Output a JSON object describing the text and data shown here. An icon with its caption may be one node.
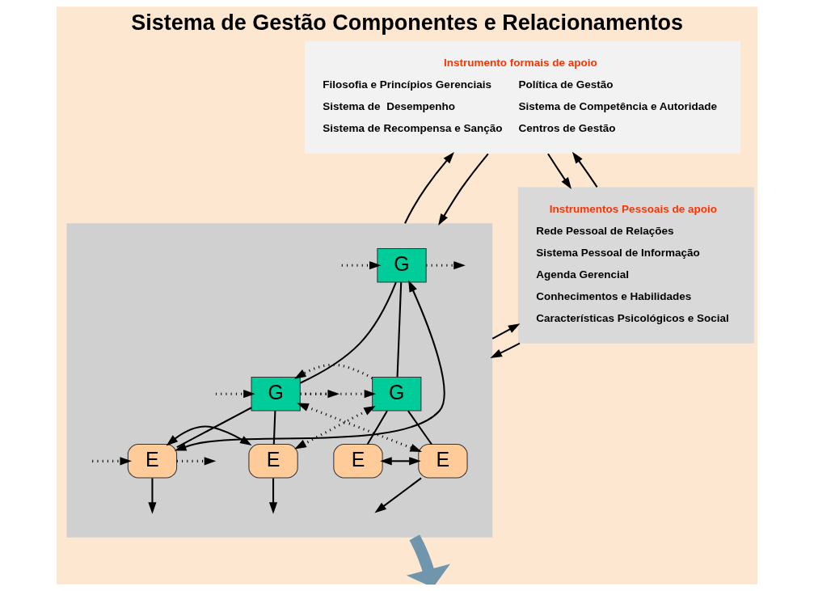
{
  "diagram": {
    "title": "Sistema de Gestão Componentes e Relacionamentos",
    "nodes": [
      {
        "text": [
          "Instrumento formais de apoio",
          "Filosofia e Princípios Gerenciais",
          "Política de Gestão",
          "Sistema de  Desempenho",
          "Sistema de Competência e Autoridade",
          "Sistema de Recompensa e Sanção",
          "Centros de Gestão"
        ]
      },
      {
        "text": [],
        "shape": "box"
      },
      {
        "text": [
          "G"
        ],
        "in": 1
      },
      {
        "text": [
          "G"
        ],
        "in": 1
      },
      {
        "text": [
          "G"
        ],
        "in": 1
      },
      {
        "text": [
          "E"
        ],
        "in": 1
      },
      {
        "text": [
          "E"
        ],
        "in": 1
      },
      {
        "text": [
          "E"
        ],
        "in": 1
      },
      {
        "text": [
          "E"
        ],
        "in": 1
      },
      {
        "text": [
          "Instrumentos Pessoais de apoio",
          "Rede Pessoal de Relações",
          "Sistema Pessoal de Informação",
          "Agenda Gerencial",
          "Conhecimentos e Habilidades",
          "Características Psicológicos e Social"
        ]
      }
    ],
    "edges": [
      {
        "from": 1,
        "to": 0,
        "arrow": "to"
      },
      {
        "from": 0,
        "to": 1,
        "arrow": "to"
      },
      {
        "from": 9,
        "to": 0,
        "arrow": "to"
      },
      {
        "from": 0,
        "to": 9,
        "arrow": "to"
      },
      {
        "from": 1,
        "to": 9,
        "arrow": "to"
      },
      {
        "from": 9,
        "to": 1,
        "arrow": "to"
      },
      {
        "from": 2,
        "to": 3,
        "arrow": "none"
      },
      {
        "from": 2,
        "to": 4,
        "arrow": "none"
      },
      {
        "from": 3,
        "to": 5,
        "arrow": "none"
      },
      {
        "from": 3,
        "to": 6,
        "arrow": "none"
      },
      {
        "from": 4,
        "to": 7,
        "arrow": "none"
      },
      {
        "from": 4,
        "to": 8,
        "arrow": "none"
      },
      {
        "from": 5,
        "to": 2,
        "arrow": "both"
      },
      {
        "from": null,
        "to": 2,
        "arrow": "to",
        "style": "dashed"
      },
      {
        "from": 2,
        "to": null,
        "arrow": "to",
        "style": "dashed"
      },
      {
        "from": null,
        "to": 3,
        "arrow": "to",
        "style": "dashed"
      },
      {
        "from": 3,
        "to": null,
        "arrow": "to",
        "style": "dashed"
      },
      {
        "from": 4,
        "to": 3,
        "arrow": "to",
        "style": "dashed"
      },
      {
        "from": 3,
        "to": 4,
        "arrow": "to",
        "style": "dashed"
      },
      {
        "from": 4,
        "to": 6,
        "arrow": "both",
        "style": "dashed"
      },
      {
        "from": 3,
        "to": 8,
        "arrow": "both",
        "style": "dashed"
      },
      {
        "from": null,
        "to": 5,
        "arrow": "to",
        "style": "dashed"
      },
      {
        "from": 5,
        "to": null,
        "arrow": "to",
        "style": "dashed"
      },
      {
        "from": 5,
        "to": 6,
        "arrow": "both"
      },
      {
        "from": 7,
        "to": 8,
        "arrow": "both"
      },
      {
        "from": 5,
        "to": null,
        "arrow": "to"
      },
      {
        "from": 6,
        "to": null,
        "arrow": "to"
      },
      {
        "from": 8,
        "to": null,
        "arrow": "to"
      },
      {
        "from": 1,
        "to": null,
        "arrow": "to",
        "style": "thick",
        "color": "#7096ad"
      }
    ]
  }
}
